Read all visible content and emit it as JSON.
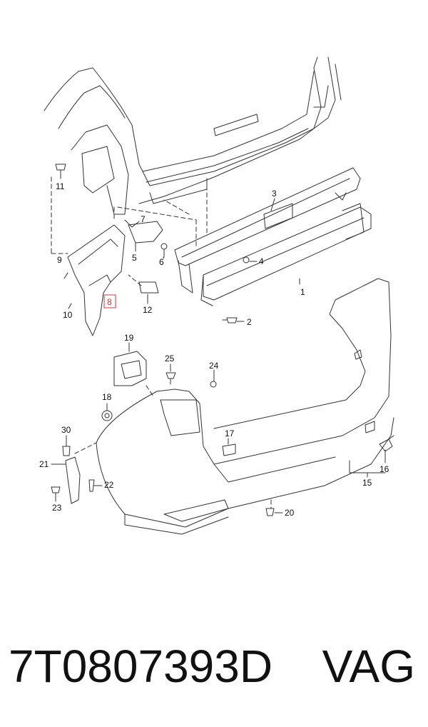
{
  "diagram": {
    "part_labels": {
      "p1": "1",
      "p2": "2",
      "p3": "3",
      "p4": "4",
      "p5": "5",
      "p6": "6",
      "p7": "7",
      "p8": "8",
      "p9": "9",
      "p10": "10",
      "p11": "11",
      "p12": "12",
      "p15": "15",
      "p16": "16",
      "p17": "17",
      "p18": "18",
      "p19": "19",
      "p20": "20",
      "p21": "21",
      "p22": "22",
      "p23": "23",
      "p24": "24",
      "p25": "25",
      "p30": "30"
    },
    "highlighted_label": "8",
    "colors": {
      "line": "#333333",
      "highlight": "#d65a5a",
      "background": "#ffffff"
    }
  },
  "footer": {
    "part_number": "7T0807393D",
    "brand": "VAG"
  }
}
